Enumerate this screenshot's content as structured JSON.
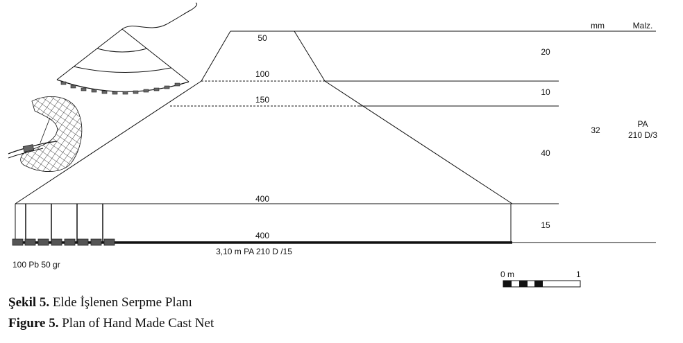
{
  "header": {
    "mm_label": "mm",
    "material_label": "Malz."
  },
  "widths": {
    "top": "50",
    "upper": "100",
    "middle": "150",
    "lower": "400",
    "bottom": "400"
  },
  "mesh_sizes": [
    "20",
    "10",
    "40",
    "15"
  ],
  "twine": {
    "size": "32",
    "material_line1": "PA",
    "material_line2": "210 D/3"
  },
  "footrope": "3,10 m PA 210 D /15",
  "sinkers": "100 Pb 50 gr",
  "scale": {
    "start": "0 m",
    "end": "1"
  },
  "captions": {
    "tr_bold": "Şekil 5.",
    "tr_text": " Elde İşlenen Serpme Planı",
    "en_bold": "Figure 5.",
    "en_text": " Plan of Hand Made Cast Net"
  },
  "colors": {
    "ink": "#111111",
    "sinker_fill": "#555555"
  }
}
